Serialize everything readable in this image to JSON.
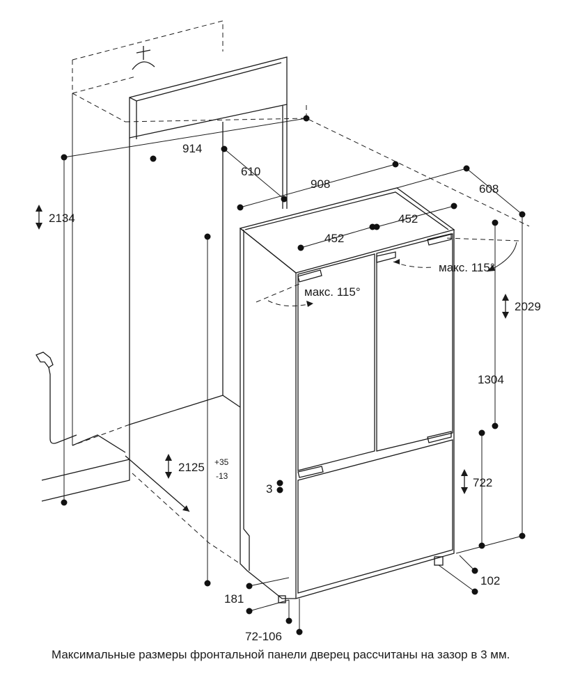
{
  "dimensions": {
    "niche_width": "914",
    "niche_depth": "610",
    "appliance_width": "908",
    "appliance_depth": "608",
    "door_left_width": "452",
    "door_right_width": "452",
    "niche_height": "2134",
    "appliance_height": "2029",
    "niche_height_inner": "2125",
    "niche_height_tol_plus": "+35",
    "niche_height_tol_minus": "-13",
    "upper_door_height": "1304",
    "drawer_height": "722",
    "gap": "3",
    "plinth_depth": "102",
    "plinth_offset": "181",
    "plinth_height": "72-106"
  },
  "angles": {
    "left_door": "макс. 115°",
    "right_door": "макс. 115°"
  },
  "icons": [
    "water-tap-icon",
    "electrical-outlet-icon"
  ],
  "caption": "Максимальные размеры фронтальной панели дверец рассчитаны на зазор в 3 мм."
}
